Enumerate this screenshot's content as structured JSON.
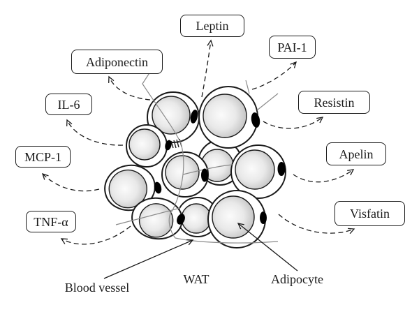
{
  "figure": {
    "adipokines": [
      {
        "label": "Leptin"
      },
      {
        "label": "PAI-1"
      },
      {
        "label": "Adiponectin"
      },
      {
        "label": "Resistin"
      },
      {
        "label": "IL-6"
      },
      {
        "label": "Apelin"
      },
      {
        "label": "MCP-1"
      },
      {
        "label": "Visfatin"
      },
      {
        "label": "TNF-α"
      }
    ],
    "annotations": {
      "blood_vessel": "Blood vessel",
      "tissue": "WAT",
      "adipocyte": "Adipocyte"
    },
    "colors": {
      "outline": "#1a1a1a",
      "cell_fill": "#ffffff",
      "ball_highlight": "#fbfbfb",
      "ball_shadow": "#b9b9b9",
      "nucleus": "#000000",
      "vessel_line": "#8a8a8a",
      "background": "#ffffff"
    }
  }
}
